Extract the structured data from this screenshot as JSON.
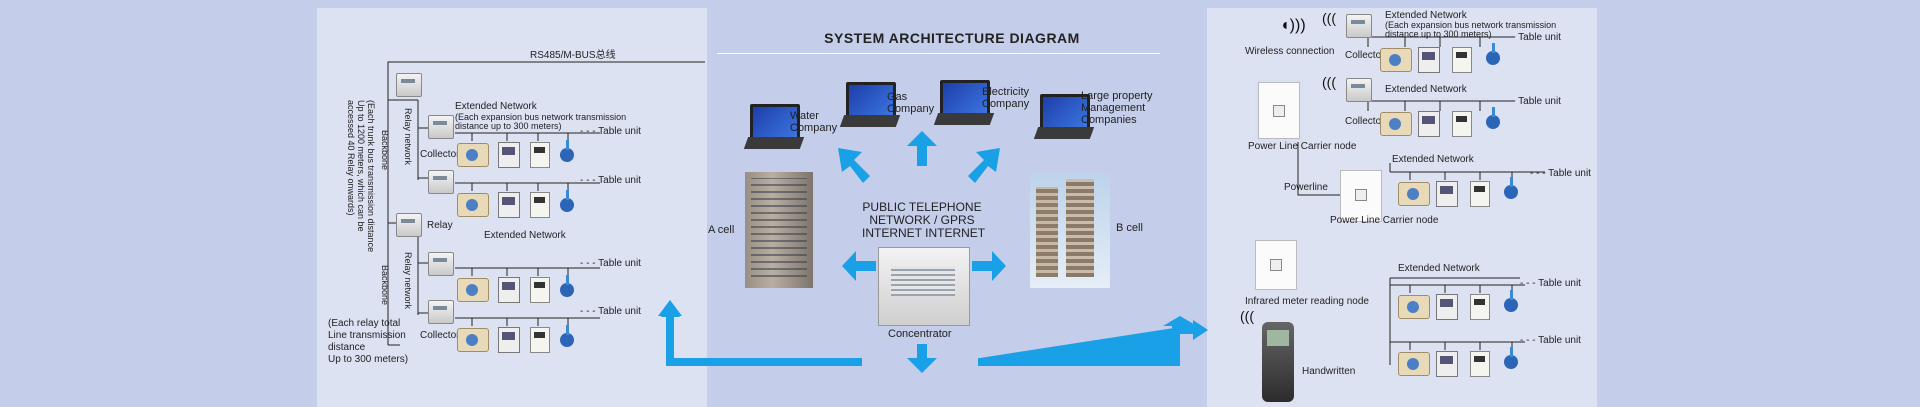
{
  "title": "SYSTEM ARCHITECTURE DIAGRAM",
  "colors": {
    "arrow": "#1aa0e6",
    "panel": "#dde2f3",
    "background": "#c4cde9"
  },
  "left": {
    "bus_label": "RS485/M-BUS总线",
    "extended_network_top": "Extended Network",
    "extended_network_top_note_1": "(Each expansion bus network transmission",
    "extended_network_top_note_2": "distance up to 300 meters)",
    "table_unit": "Table unit",
    "collector": "Collector",
    "relay": "Relay",
    "extended_network": "Extended Network",
    "relay_network": "Relay network",
    "backbone": "Backbone",
    "trunk_note": "(Each trunk bus transmission distance Up to 1200 meters, which can be accessed 40 Relay onwards)",
    "relay_note_1": "(Each relay total",
    "relay_note_2": "Line transmission",
    "relay_note_3": "distance",
    "relay_note_4": "Up to 300 meters)"
  },
  "center": {
    "water": "Water Company",
    "gas": "Gas Company",
    "electricity": "Electricity Company",
    "property": "Large property Management Companies",
    "network_1": "PUBLIC TELEPHONE",
    "network_2": "NETWORK / GPRS",
    "network_3": "INTERNET INTERNET",
    "a_cell": "A cell",
    "b_cell": "B cell",
    "concentrator": "Concentrator"
  },
  "right": {
    "wireless": "Wireless connection",
    "extended_network": "Extended Network",
    "extended_note_1": "(Each expansion bus network transmission",
    "extended_note_2": "distance up to 300 meters)",
    "table_unit": "Table unit",
    "collector": "Collector",
    "plc_node": "Power Line Carrier node",
    "powerline": "Powerline",
    "ir_node": "Infrared meter reading node",
    "handwritten": "Handwritten"
  }
}
